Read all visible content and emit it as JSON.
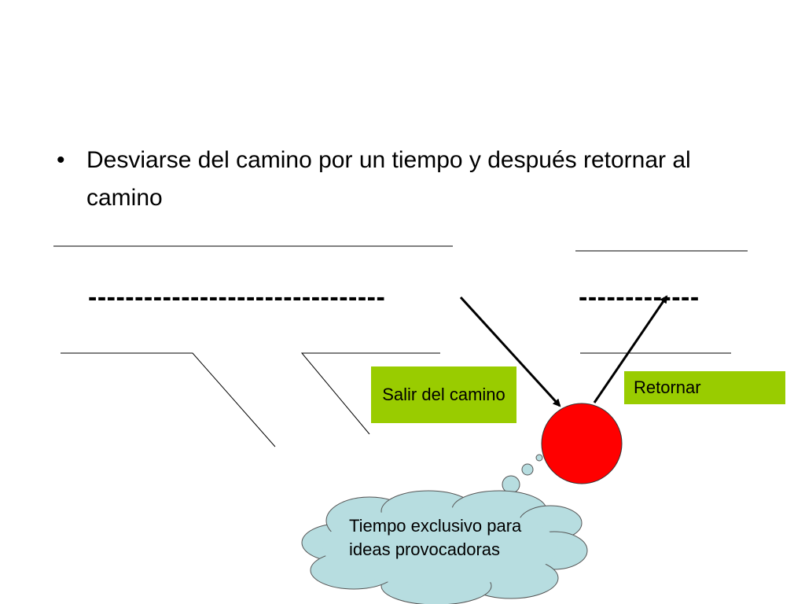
{
  "bullet": {
    "symbol": "•",
    "text": "Desviarse del camino por un tiempo y después retornar al camino"
  },
  "dashes": {
    "left": "--------------------------------",
    "right": "-------------"
  },
  "labels": {
    "salir": "Salir del camino",
    "retornar": "Retornar",
    "cloud": "Tiempo exclusivo para ideas provocadoras"
  },
  "colors": {
    "label_bg": "#99cc00",
    "ball": "#ff0000",
    "cloud": "#b7dde0"
  }
}
